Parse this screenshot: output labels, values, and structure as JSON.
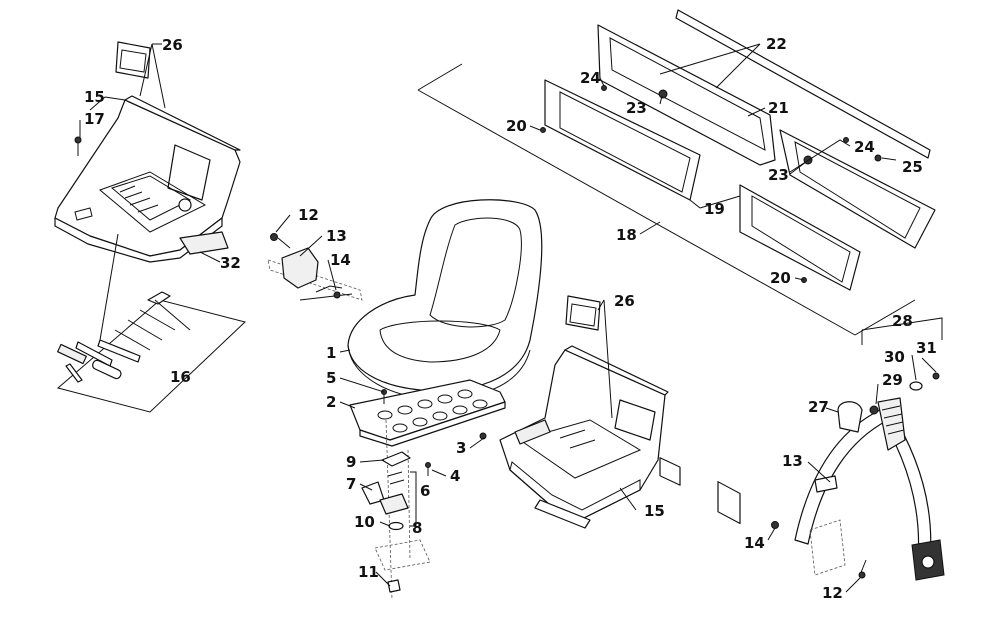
{
  "callouts": [
    {
      "id": "c-26-top",
      "text": "26"
    },
    {
      "id": "c-15-left",
      "text": "15"
    },
    {
      "id": "c-17",
      "text": "17"
    },
    {
      "id": "c-32",
      "text": "32"
    },
    {
      "id": "c-16",
      "text": "16"
    },
    {
      "id": "c-12-mid",
      "text": "12"
    },
    {
      "id": "c-13-mid",
      "text": "13"
    },
    {
      "id": "c-14-mid",
      "text": "14"
    },
    {
      "id": "c-1",
      "text": "1"
    },
    {
      "id": "c-5",
      "text": "5"
    },
    {
      "id": "c-2",
      "text": "2"
    },
    {
      "id": "c-3",
      "text": "3"
    },
    {
      "id": "c-4",
      "text": "4"
    },
    {
      "id": "c-9",
      "text": "9"
    },
    {
      "id": "c-7",
      "text": "7"
    },
    {
      "id": "c-6",
      "text": "6"
    },
    {
      "id": "c-10",
      "text": "10"
    },
    {
      "id": "c-8",
      "text": "8"
    },
    {
      "id": "c-11",
      "text": "11"
    },
    {
      "id": "c-26-mid",
      "text": "26"
    },
    {
      "id": "c-15-mid",
      "text": "15"
    },
    {
      "id": "c-22",
      "text": "22"
    },
    {
      "id": "c-24-left",
      "text": "24"
    },
    {
      "id": "c-23-left",
      "text": "23"
    },
    {
      "id": "c-21",
      "text": "21"
    },
    {
      "id": "c-20-top",
      "text": "20"
    },
    {
      "id": "c-24-right",
      "text": "24"
    },
    {
      "id": "c-23-right",
      "text": "23"
    },
    {
      "id": "c-25",
      "text": "25"
    },
    {
      "id": "c-19",
      "text": "19"
    },
    {
      "id": "c-18",
      "text": "18"
    },
    {
      "id": "c-20-bottom",
      "text": "20"
    },
    {
      "id": "c-28",
      "text": "28"
    },
    {
      "id": "c-30",
      "text": "30"
    },
    {
      "id": "c-31",
      "text": "31"
    },
    {
      "id": "c-29",
      "text": "29"
    },
    {
      "id": "c-27",
      "text": "27"
    },
    {
      "id": "c-13-right",
      "text": "13"
    },
    {
      "id": "c-14-right",
      "text": "14"
    },
    {
      "id": "c-12-right",
      "text": "12"
    }
  ]
}
